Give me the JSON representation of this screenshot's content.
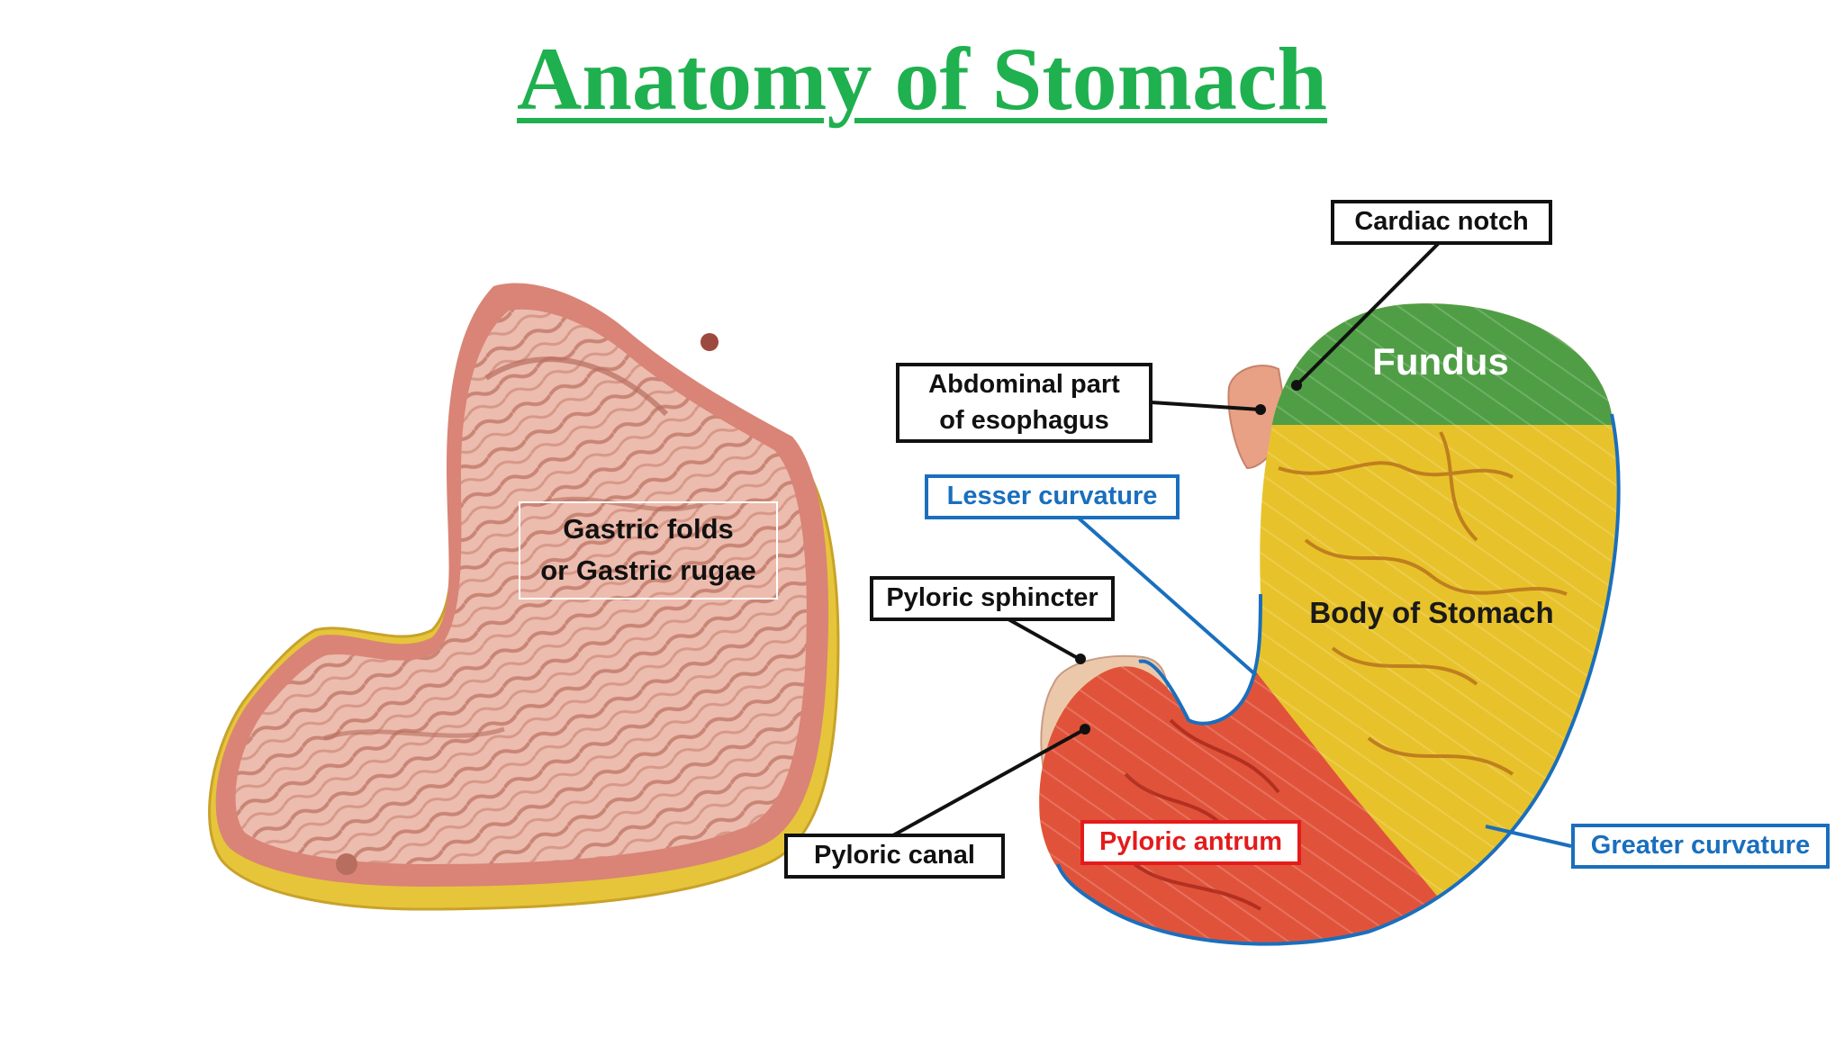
{
  "title": "Anatomy of Stomach",
  "labels": {
    "gastric_folds_line1": "Gastric folds",
    "gastric_folds_line2": "or Gastric rugae",
    "cardiac_notch": "Cardiac notch",
    "fundus": "Fundus",
    "abdominal_line1": "Abdominal part",
    "abdominal_line2": "of esophagus",
    "lesser_curvature": "Lesser curvature",
    "pyloric_sphincter": "Pyloric sphincter",
    "body_of_stomach": "Body of Stomach",
    "pyloric_canal": "Pyloric canal",
    "pyloric_antrum": "Pyloric antrum",
    "greater_curvature": "Greater curvature"
  },
  "colors": {
    "title": "#1fb04f",
    "fundus": "#4f9e45",
    "body": "#e8c22a",
    "antrum": "#e0533a",
    "curvature_line": "#1a6fbd",
    "pyloric_antrum_label": "#e41b1b",
    "mucosa": "#e9b3a3",
    "cut_edge": "#e6c53a"
  }
}
